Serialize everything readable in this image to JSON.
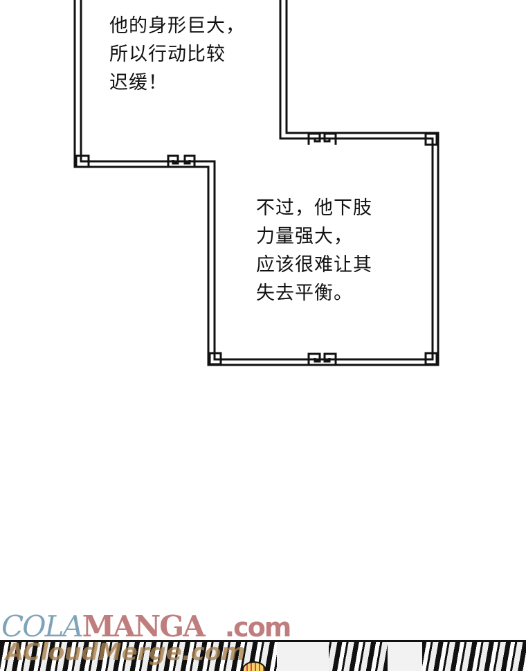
{
  "captions": [
    {
      "lines": [
        "他的身形巨大，",
        "所以行动比较",
        "迟缓！"
      ]
    },
    {
      "lines": [
        "不过，他下肢",
        "力量强大，",
        "应该很难让其",
        "失去平衡。"
      ]
    }
  ],
  "watermarks": {
    "cola": "COLA",
    "manga": "MANGA",
    "dotcom": ".com",
    "acloud": "ACloudMerge.com"
  }
}
